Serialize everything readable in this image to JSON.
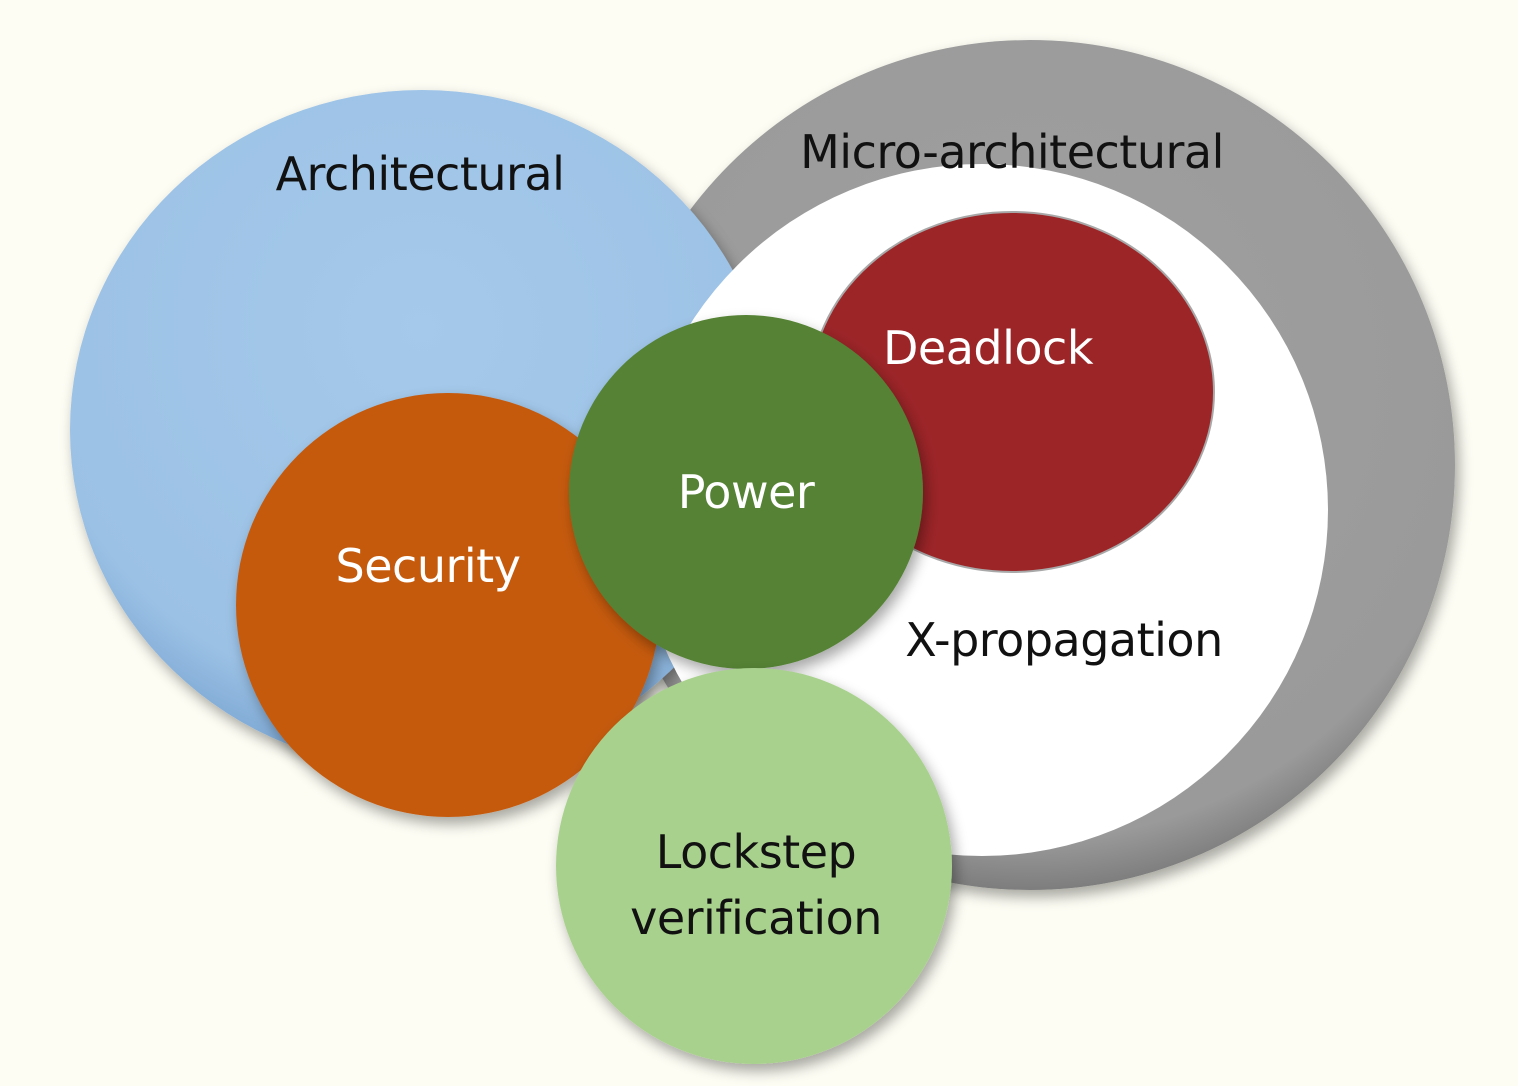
{
  "diagram": {
    "regions": {
      "architectural": {
        "label": "Architectural",
        "color": "#9dc3e6"
      },
      "micro_architectural": {
        "label": "Micro-architectural",
        "color": "#9b9b9b"
      },
      "x_propagation": {
        "label": "X-propagation",
        "color": "#ffffff"
      },
      "deadlock": {
        "label": "Deadlock",
        "color": "#9c2528"
      },
      "security": {
        "label": "Security",
        "color": "#c55a11"
      },
      "power": {
        "label": "Power",
        "color": "#548235"
      },
      "lockstep": {
        "label_line1": "Lockstep",
        "label_line2": "verification",
        "color": "#a9d18e"
      }
    }
  }
}
